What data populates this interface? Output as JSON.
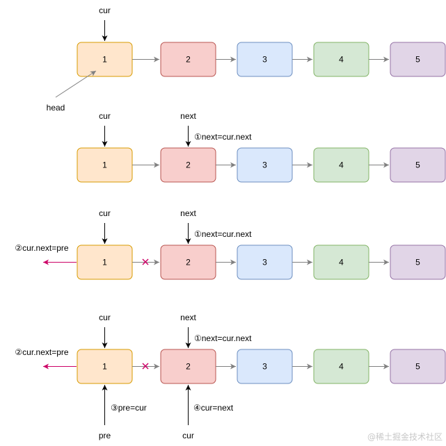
{
  "node_values": [
    "1",
    "2",
    "3",
    "4",
    "5"
  ],
  "colors": {
    "node_fills": [
      "#ffe6cc",
      "#f8cecc",
      "#dae8fc",
      "#d5e8d4",
      "#e1d5e7"
    ],
    "node_strokes": [
      "#d79b00",
      "#b85450",
      "#6c8ebf",
      "#82b366",
      "#9673a6"
    ],
    "link_arrow": "#808080",
    "pointer_arrow": "#000000",
    "reverse_arrow": "#cc0066",
    "cross_mark": "#cc0066"
  },
  "labels": {
    "cur": "cur",
    "next": "next",
    "pre": "pre",
    "head": "head",
    "step1": "①next=cur.next",
    "step2": "②cur.next=pre",
    "step3": "③pre=cur",
    "step4": "④cur=next"
  },
  "watermark": "@稀土掘金技术社区"
}
